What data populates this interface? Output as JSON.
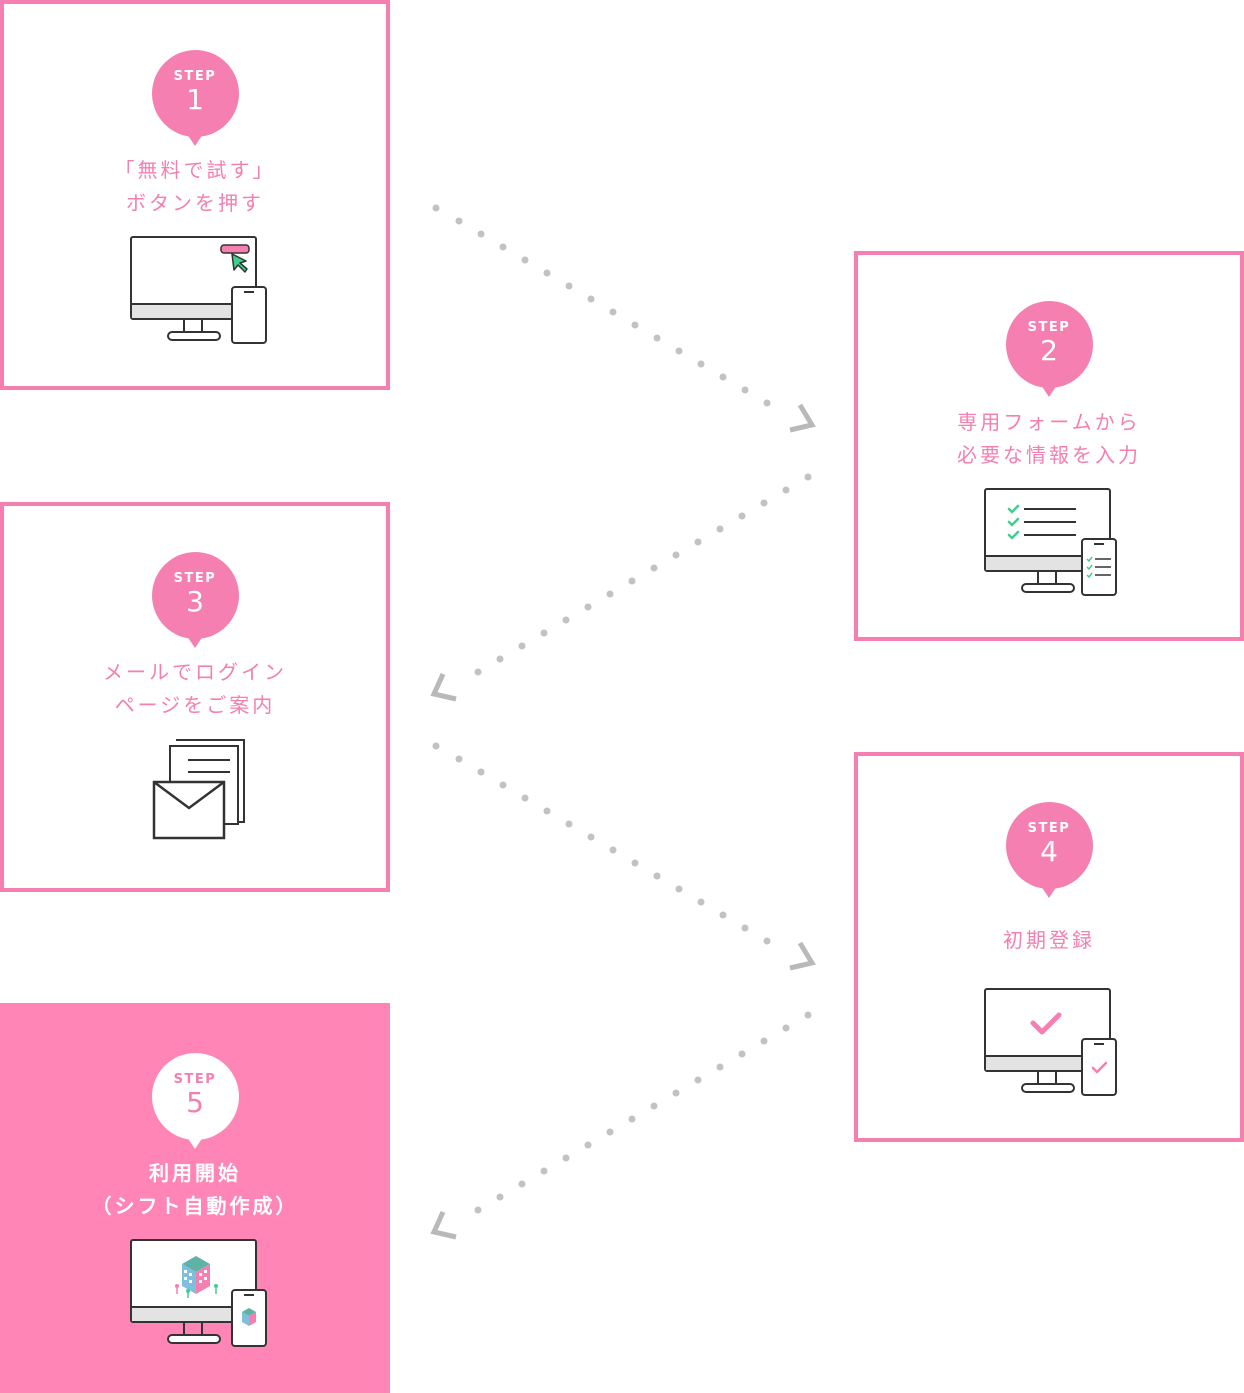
{
  "steps": [
    {
      "label": "STEP",
      "number": "1",
      "title_lines": [
        "「無料で試す」",
        "ボタンを押す"
      ]
    },
    {
      "label": "STEP",
      "number": "2",
      "title_lines": [
        "専用フォームから",
        "必要な情報を入力"
      ]
    },
    {
      "label": "STEP",
      "number": "3",
      "title_lines": [
        "メールでログイン",
        "ページをご案内"
      ]
    },
    {
      "label": "STEP",
      "number": "4",
      "title_lines": [
        "初期登録"
      ]
    },
    {
      "label": "STEP",
      "number": "5",
      "title_lines": [
        "利用開始",
        "（シフト自動作成）"
      ]
    }
  ],
  "colors": {
    "accent": "#f47fb0",
    "accent_fill": "#ff85b6",
    "check_green": "#3fcf8e",
    "dots": "#c2c2c2",
    "line": "#333333"
  },
  "icons": {
    "step1": "monitor-phone-click-icon",
    "step2": "monitor-phone-checklist-icon",
    "step3": "mail-documents-icon",
    "step4": "monitor-phone-check-icon",
    "step5": "monitor-phone-app-icon"
  }
}
